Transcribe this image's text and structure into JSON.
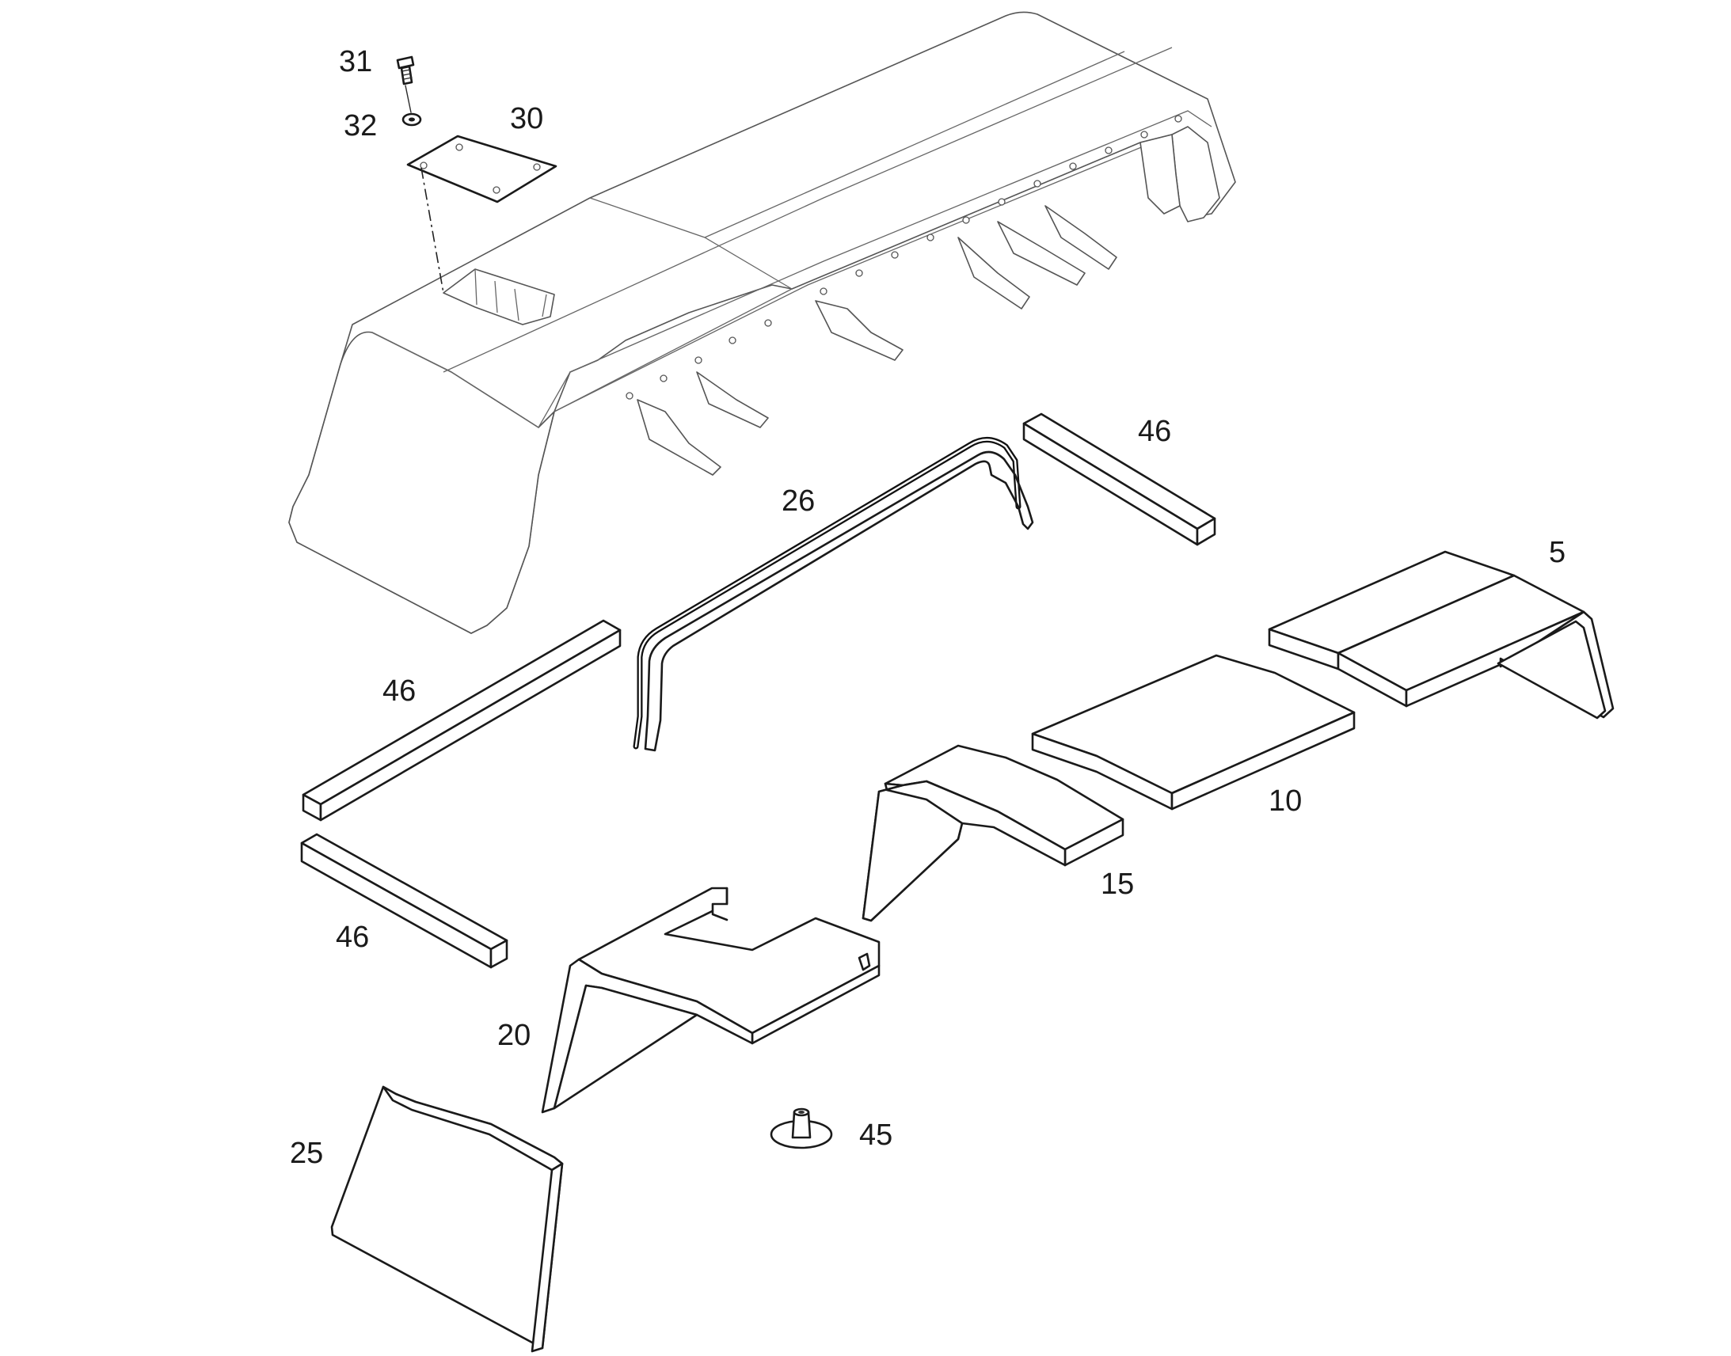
{
  "callouts": {
    "c31": "31",
    "c32": "32",
    "c30": "30",
    "c46a": "46",
    "c26": "26",
    "c5": "5",
    "c46b": "46",
    "c10": "10",
    "c15": "15",
    "c46c": "46",
    "c20": "20",
    "c45": "45",
    "c25": "25"
  }
}
